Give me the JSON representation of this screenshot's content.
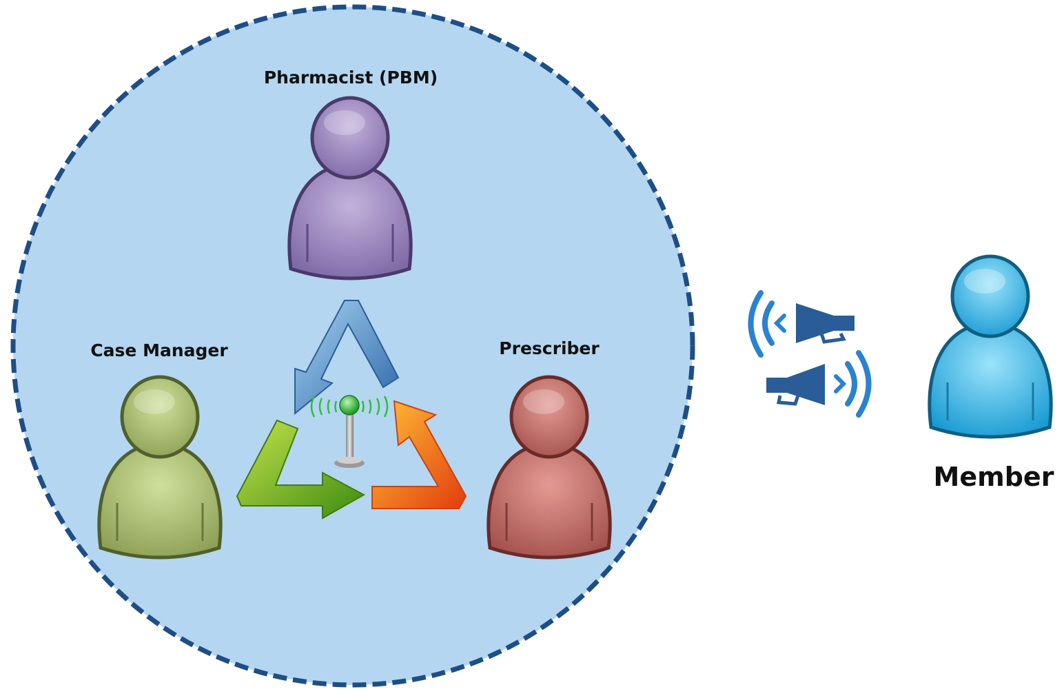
{
  "roles": {
    "pharmacist": {
      "label": "Pharmacist (PBM)",
      "color": "#9b85bf"
    },
    "case_manager": {
      "label": "Case Manager",
      "color": "#a9bf6e"
    },
    "prescriber": {
      "label": "Prescriber",
      "color": "#c9706b"
    },
    "member": {
      "label": "Member",
      "color": "#3fb7e3"
    }
  },
  "colors": {
    "circle_fill": "#b4d6f0",
    "circle_border": "#1d4e86",
    "megaphone": "#2a5d97",
    "arrow_blue": "#3f7fc0",
    "arrow_green": "#6fae1e",
    "arrow_orange": "#ef6a1a",
    "antenna_signal": "#2fbf3a"
  },
  "icons": [
    "person-icon",
    "cycle-arrows-icon",
    "antenna-icon",
    "megaphone-icon"
  ]
}
